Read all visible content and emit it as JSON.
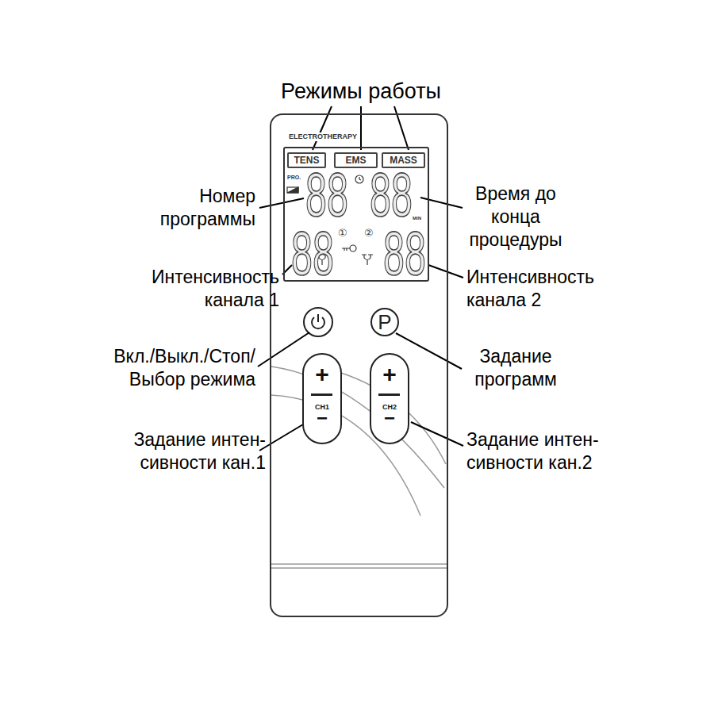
{
  "diagram": {
    "nodes": [
      {
        "text": [
          "ELECTROTHERAPY"
        ]
      },
      {
        "text": [
          "PRO.",
          "88",
          "88",
          "MIN",
          "88",
          "①",
          "②",
          "88"
        ],
        "in": 0
      },
      {
        "text": [
          "TENS"
        ],
        "in": 1
      },
      {
        "text": [
          "EMS"
        ],
        "in": 1
      },
      {
        "text": [
          "MASS"
        ],
        "in": 1
      },
      {
        "text": [
          "P"
        ],
        "in": 0
      },
      {
        "text": [
          "+",
          "CH1",
          "−"
        ],
        "in": 0
      },
      {
        "text": [
          "+",
          "CH2",
          "−"
        ],
        "in": 0
      }
    ],
    "labels": [
      "Режимы работы",
      "Номер программы",
      "Время до конца процедуры",
      "Интенсивность канала 1",
      "Интенсивность канала 2",
      "Вкл./Выкл./Стоп/ Выбор режима",
      "Задание программ",
      "Задание интен- сивности кан.1",
      "Задание интен- сивности кан.2"
    ]
  }
}
